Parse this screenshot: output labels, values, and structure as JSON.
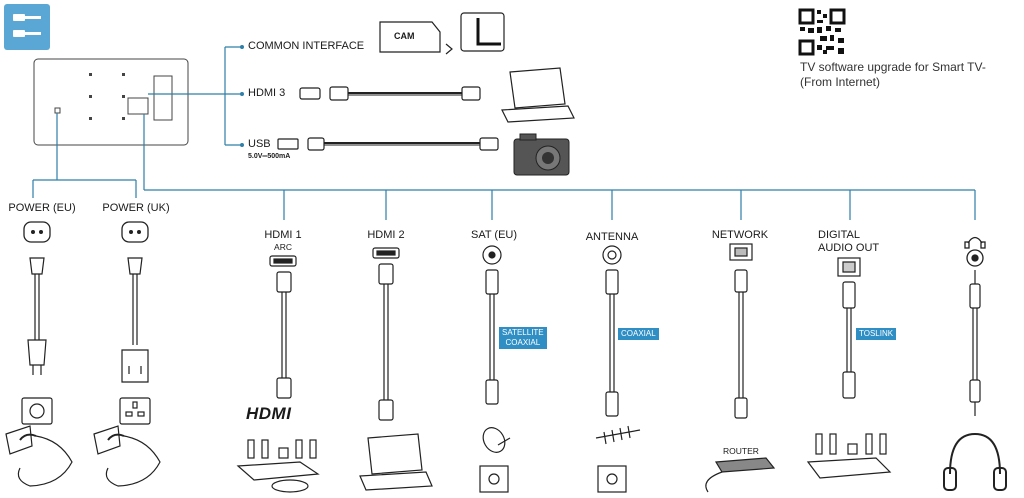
{
  "labels": {
    "common_interface": "COMMON INTERFACE",
    "cam": "CAM",
    "hdmi3": "HDMI 3",
    "usb": "USB",
    "usb_spec": "5.0V═500mA",
    "power_eu": "POWER (EU)",
    "power_uk": "POWER (UK)",
    "hdmi1": "HDMI 1",
    "arc": "ARC",
    "hdmi2": "HDMI 2",
    "sat": "SAT (EU)",
    "antenna": "ANTENNA",
    "network": "NETWORK",
    "digital_audio_1": "DIGITAL",
    "digital_audio_2": "AUDIO OUT",
    "router": "ROUTER",
    "hdmi_logo": "HDMI"
  },
  "cable_tags": {
    "satellite_1": "SATELLITE",
    "satellite_2": "COAXIAL",
    "coaxial": "COAXIAL",
    "toslink": "TOSLINK"
  },
  "note": {
    "line1": "TV software upgrade for Smart TV-",
    "line2": "(From Internet)"
  },
  "colors": {
    "line": "#2f7fa8",
    "tag_bg": "#2f8ec4",
    "stroke": "#222222",
    "corner": "#5aa7d6"
  }
}
